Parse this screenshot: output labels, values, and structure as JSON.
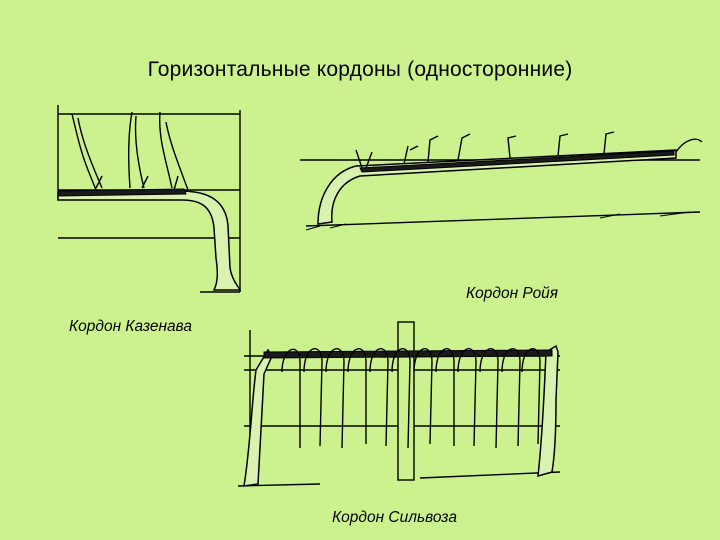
{
  "title": "Горизонтальные кордоны (односторонние)",
  "captions": {
    "royat": "Кордон Ройя",
    "cazenave": "Кордон Казенава",
    "sylvoz": "Кордон Сильвоза"
  },
  "colors": {
    "background": "#ccf28f",
    "ink": "#000000"
  }
}
